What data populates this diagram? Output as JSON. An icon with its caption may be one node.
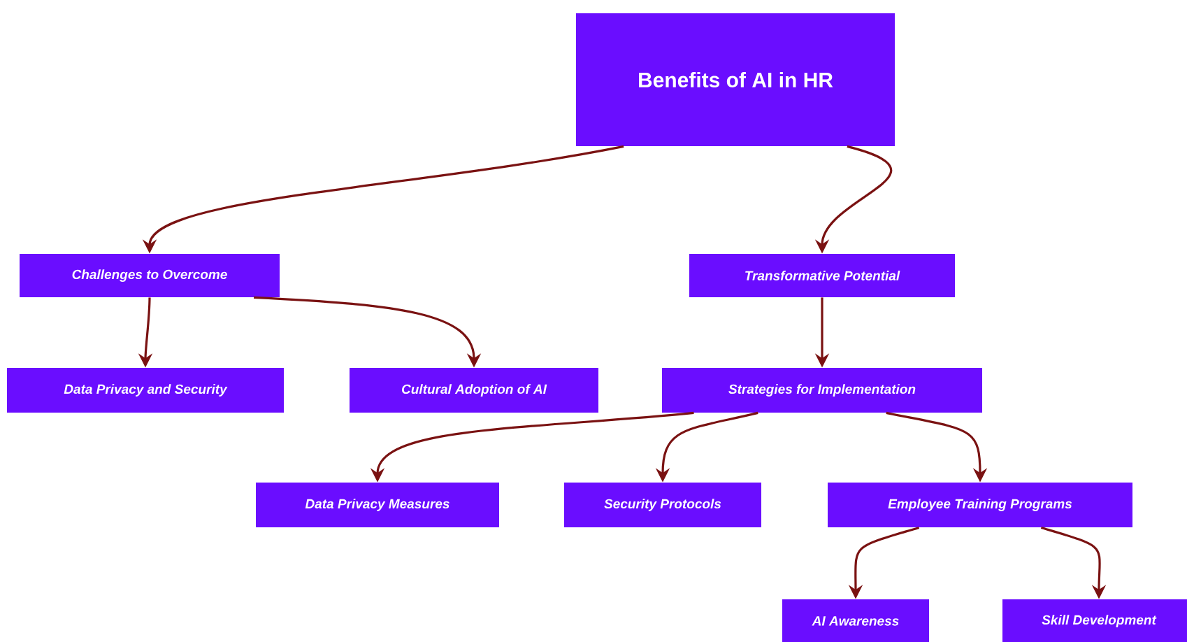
{
  "diagram": {
    "nodes": [
      {
        "text": [
          "Benefits of AI in HR"
        ]
      },
      {
        "text": [
          "Challenges to Overcome"
        ]
      },
      {
        "text": [
          "Transformative Potential"
        ]
      },
      {
        "text": [
          "Data Privacy and Security"
        ]
      },
      {
        "text": [
          "Cultural Adoption of AI"
        ]
      },
      {
        "text": [
          "Strategies for Implementation"
        ]
      },
      {
        "text": [
          "Data Privacy Measures"
        ]
      },
      {
        "text": [
          "Security Protocols"
        ]
      },
      {
        "text": [
          "Employee Training Programs"
        ]
      },
      {
        "text": [
          "AI Awareness"
        ]
      },
      {
        "text": [
          "Skill Development"
        ]
      }
    ],
    "edges": [
      {
        "from": 0,
        "to": 1,
        "arrow": "to"
      },
      {
        "from": 0,
        "to": 2,
        "arrow": "to"
      },
      {
        "from": 1,
        "to": 3,
        "arrow": "to"
      },
      {
        "from": 1,
        "to": 4,
        "arrow": "to"
      },
      {
        "from": 2,
        "to": 5,
        "arrow": "to"
      },
      {
        "from": 5,
        "to": 6,
        "arrow": "to"
      },
      {
        "from": 5,
        "to": 7,
        "arrow": "to"
      },
      {
        "from": 5,
        "to": 8,
        "arrow": "to"
      },
      {
        "from": 8,
        "to": 9,
        "arrow": "to"
      },
      {
        "from": 8,
        "to": 10,
        "arrow": "to"
      }
    ]
  }
}
